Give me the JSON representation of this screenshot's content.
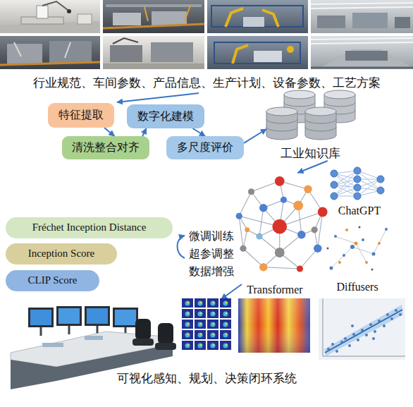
{
  "diagram": {
    "caption": "可视化感知、规划、决策闭环系统",
    "nodes": [
      {
        "text": [
          "特征提取"
        ]
      },
      {
        "text": [
          "数字化建模"
        ]
      },
      {
        "text": [
          "清洗整合对齐"
        ]
      },
      {
        "text": [
          "多尺度评价"
        ]
      },
      {
        "text": [
          "工业知识库"
        ]
      },
      {
        "text": [
          "Transformer"
        ]
      },
      {
        "text": [
          "Fréchet Inception Distance"
        ]
      },
      {
        "text": [
          "Inception Score"
        ]
      },
      {
        "text": [
          "CLIP Score"
        ]
      }
    ],
    "edges": [
      {
        "from": 0,
        "to": 2,
        "arrow": "to"
      },
      {
        "from": 2,
        "to": 1,
        "arrow": "to"
      },
      {
        "from": 1,
        "to": 3,
        "arrow": "to"
      },
      {
        "from": 3,
        "to": 4,
        "arrow": "to"
      },
      {
        "from": 4,
        "to": 5,
        "arrow": "to"
      }
    ],
    "labels": [
      "行业规范、车间参数、产品信息、生产计划、设备参数、工艺方案",
      "微调训练",
      "超参调整",
      "数据增强",
      "ChatGPT",
      "Diffusers"
    ]
  }
}
